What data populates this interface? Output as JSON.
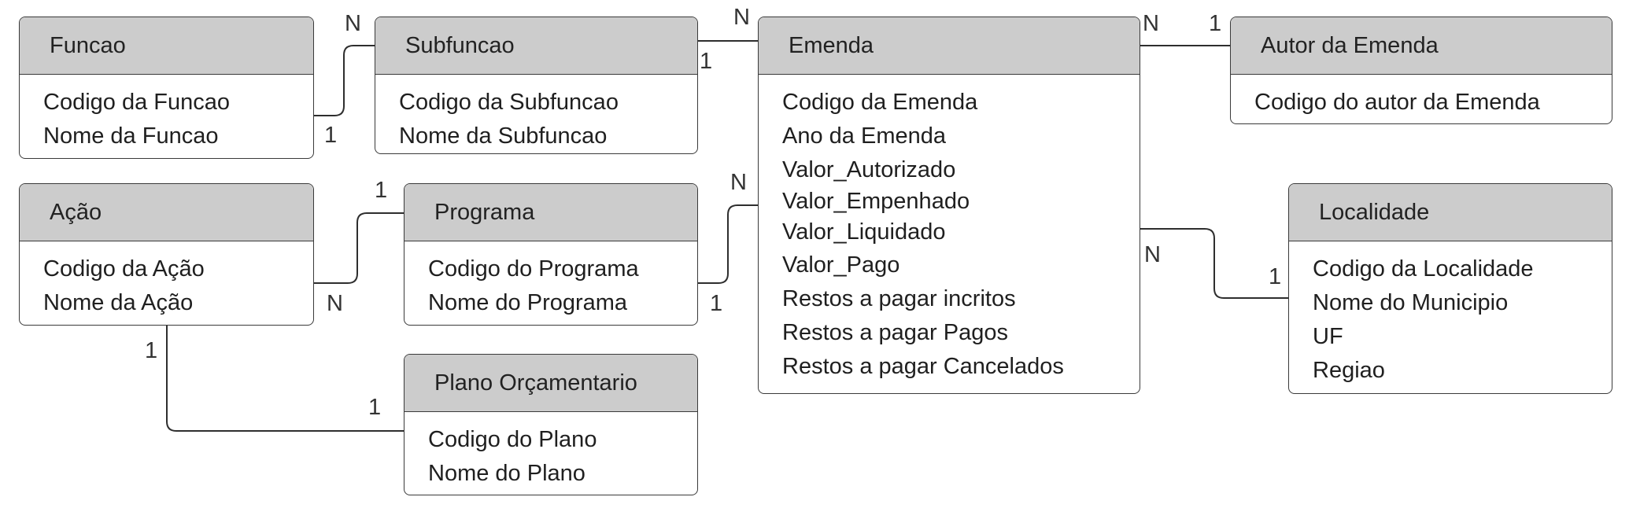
{
  "entities": {
    "funcao": {
      "name": "Funcao",
      "attrs": [
        "Codigo da Funcao",
        "Nome da Funcao"
      ]
    },
    "subfuncao": {
      "name": "Subfuncao",
      "attrs": [
        "Codigo da Subfuncao",
        "Nome da Subfuncao"
      ]
    },
    "emenda": {
      "name": "Emenda",
      "attrs": [
        "Codigo da Emenda",
        "Ano da Emenda",
        "Valor_Autorizado",
        "Valor_Empenhado",
        "Valor_Liquidado",
        "Valor_Pago",
        "Restos a pagar incritos",
        "Restos a pagar Pagos",
        "Restos a pagar Cancelados"
      ]
    },
    "autor": {
      "name": "Autor da Emenda",
      "attrs": [
        "Codigo do autor da Emenda"
      ]
    },
    "acao": {
      "name": "Ação",
      "attrs": [
        "Codigo da Ação",
        "Nome da Ação"
      ]
    },
    "programa": {
      "name": "Programa",
      "attrs": [
        "Codigo do Programa",
        "Nome do Programa"
      ]
    },
    "localidade": {
      "name": "Localidade",
      "attrs": [
        "Codigo da Localidade",
        "Nome do Municipio",
        "UF",
        "Regiao"
      ]
    },
    "plano": {
      "name": "Plano Orçamentario",
      "attrs": [
        "Codigo do Plano",
        "Nome do Plano"
      ]
    }
  },
  "relationships": [
    {
      "id": "funcao-subfuncao",
      "from": "Funcao",
      "to": "Subfuncao",
      "from_card": "1",
      "to_card": "N"
    },
    {
      "id": "subfuncao-emenda",
      "from": "Subfuncao",
      "to": "Emenda",
      "from_card": "1",
      "to_card": "N"
    },
    {
      "id": "emenda-autor",
      "from": "Emenda",
      "to": "Autor da Emenda",
      "from_card": "N",
      "to_card": "1"
    },
    {
      "id": "acao-programa",
      "from": "Ação",
      "to": "Programa",
      "from_card": "N",
      "to_card": "1"
    },
    {
      "id": "programa-emenda",
      "from": "Programa",
      "to": "Emenda",
      "from_card": "1",
      "to_card": "N"
    },
    {
      "id": "emenda-localidade",
      "from": "Emenda",
      "to": "Localidade",
      "from_card": "N",
      "to_card": "1"
    },
    {
      "id": "acao-plano",
      "from": "Ação",
      "to": "Plano Orçamentario",
      "from_card": "1",
      "to_card": "1"
    }
  ]
}
